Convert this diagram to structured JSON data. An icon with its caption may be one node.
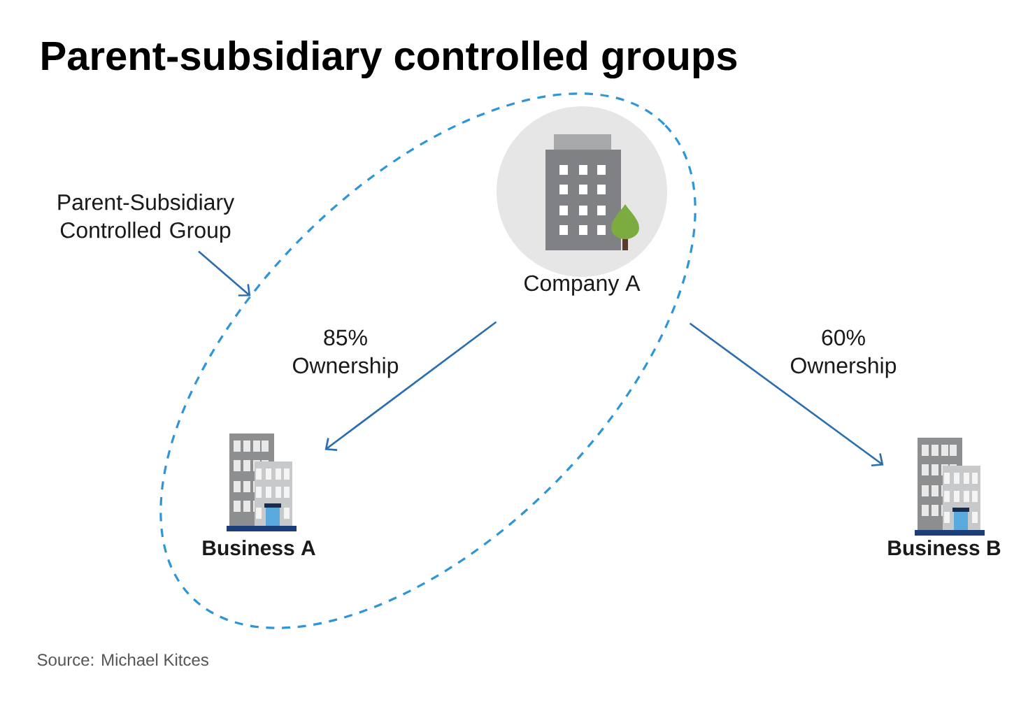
{
  "diagram": {
    "title": "Parent-subsidiary controlled groups",
    "caption": "Source: Michael Kitces",
    "nodes": [
      {
        "text": [],
        "shape": "ellipse"
      },
      {
        "text": [
          "Parent-Subsidiary Controlled Group"
        ]
      },
      {
        "text": [
          "Company A"
        ],
        "in": 0
      },
      {
        "text": [
          "Business A"
        ],
        "in": 0
      },
      {
        "text": [
          "Business B"
        ]
      }
    ],
    "edges": [
      {
        "from": 1,
        "to": 0,
        "arrow": "to"
      },
      {
        "from": 2,
        "to": 3,
        "arrow": "to",
        "label": "85% Ownership"
      },
      {
        "from": 2,
        "to": 4,
        "arrow": "to",
        "label": "60% Ownership"
      }
    ]
  }
}
